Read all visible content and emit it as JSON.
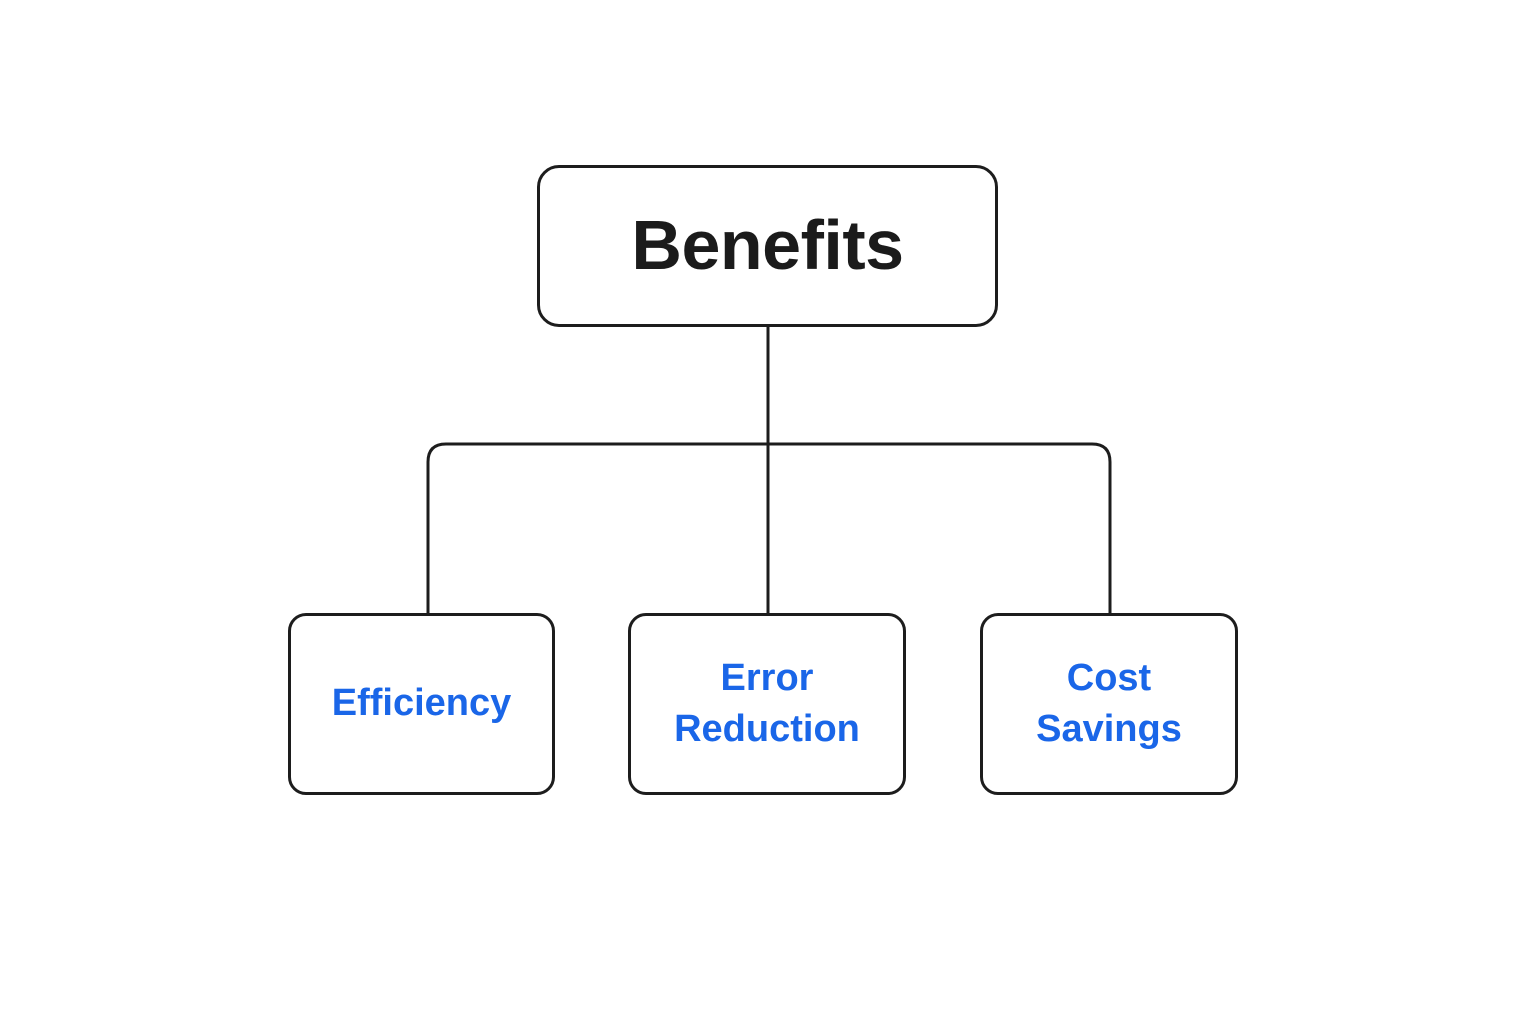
{
  "diagram": {
    "type": "tree-hierarchy",
    "title_node": "Benefits",
    "background_color": "#ffffff",
    "stroke_color": "#1d1d1d",
    "root": {
      "label": "Benefits",
      "text_color": "#1b1b1b"
    },
    "children": [
      {
        "label": "Efficiency",
        "text_color": "#1a66e8"
      },
      {
        "label": "Error\nReduction",
        "text_color": "#1a66e8"
      },
      {
        "label": "Cost\nSavings",
        "text_color": "#1a66e8"
      }
    ],
    "connectors": {
      "trunk": "vertical line from root bottom to horizontal bus",
      "bus": "horizontal bus with rounded left and right elbows",
      "drops": [
        "left elbow drop to Efficiency",
        "center straight drop to Error Reduction",
        "right elbow drop to Cost Savings"
      ]
    }
  }
}
